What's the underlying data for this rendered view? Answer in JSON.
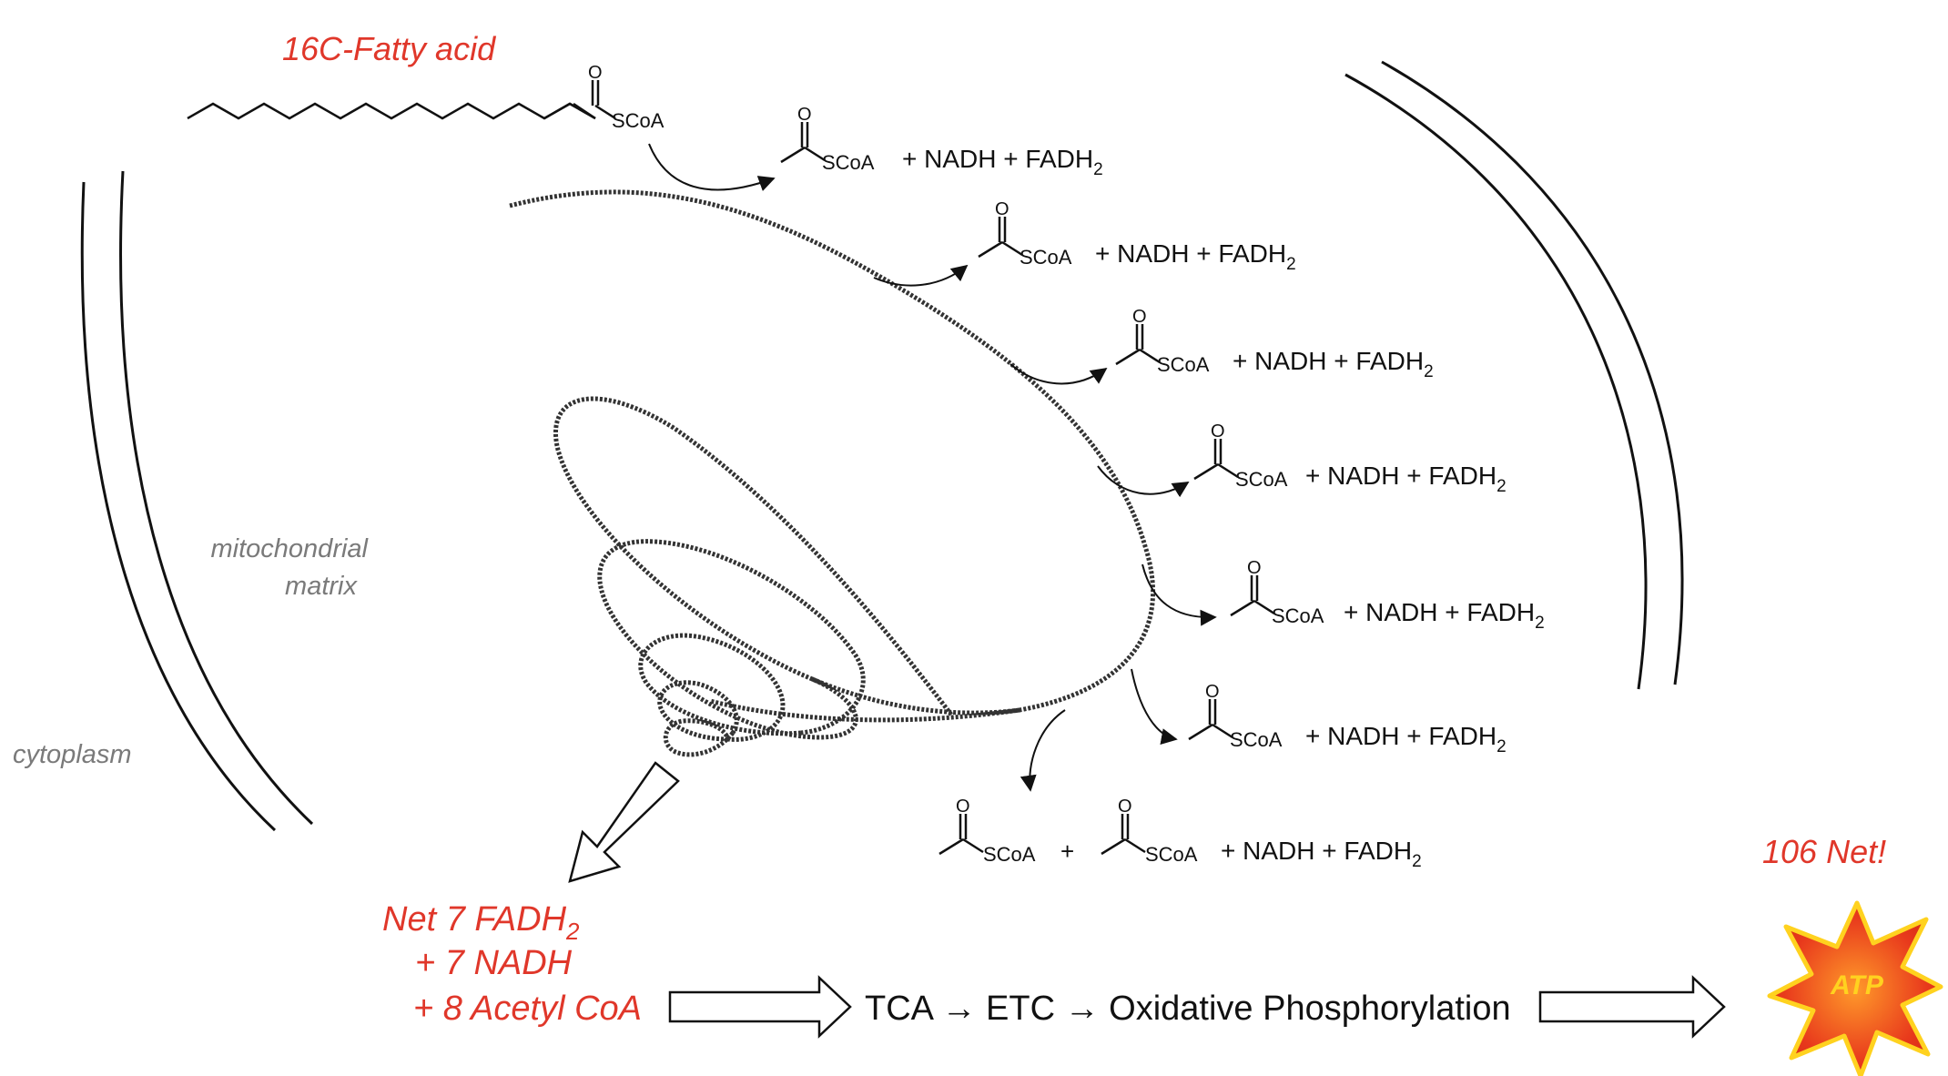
{
  "labels": {
    "fatty_acid": "16C-Fatty acid",
    "mito_line1": "mitochondrial",
    "mito_line2": "matrix",
    "cytoplasm": "cytoplasm",
    "net_line1": "Net 7 FADH",
    "net_line1_sub": "2",
    "net_line2": "+ 7 NADH",
    "net_line3": "+ 8 Acetyl CoA",
    "pathway": "TCA → ETC → Oxidative Phosphorylation",
    "net_atp": "106 Net!",
    "atp": "ATP"
  },
  "chem": {
    "o": "O",
    "scoa": "SCoA",
    "plus": "+",
    "products_text": "+ NADH + FADH",
    "sub2": "2"
  },
  "colors": {
    "accent_red": "#e0372a",
    "gray_text": "#7a7a7a",
    "star_orange": "#f0521e",
    "star_yellow": "#ffd21f"
  }
}
